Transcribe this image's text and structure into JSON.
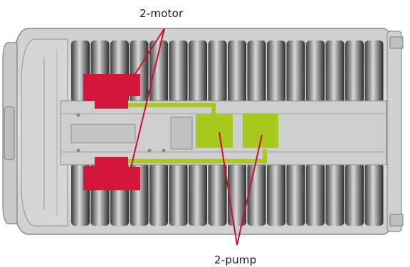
{
  "labels": {
    "motor": "2-motor",
    "pump": "2-pump"
  },
  "colors": {
    "motor": "#d4163a",
    "pump": "#a8c81e",
    "hydraulic_line": "#a8c81e",
    "callout_line": "#c8102e",
    "chassis_fill": "#d9d9d9",
    "chassis_stroke": "#8c8c8c",
    "background": "#ffffff"
  },
  "components": {
    "motor_count": 2,
    "pump_count": 2,
    "battery_cells_per_row": 16
  }
}
